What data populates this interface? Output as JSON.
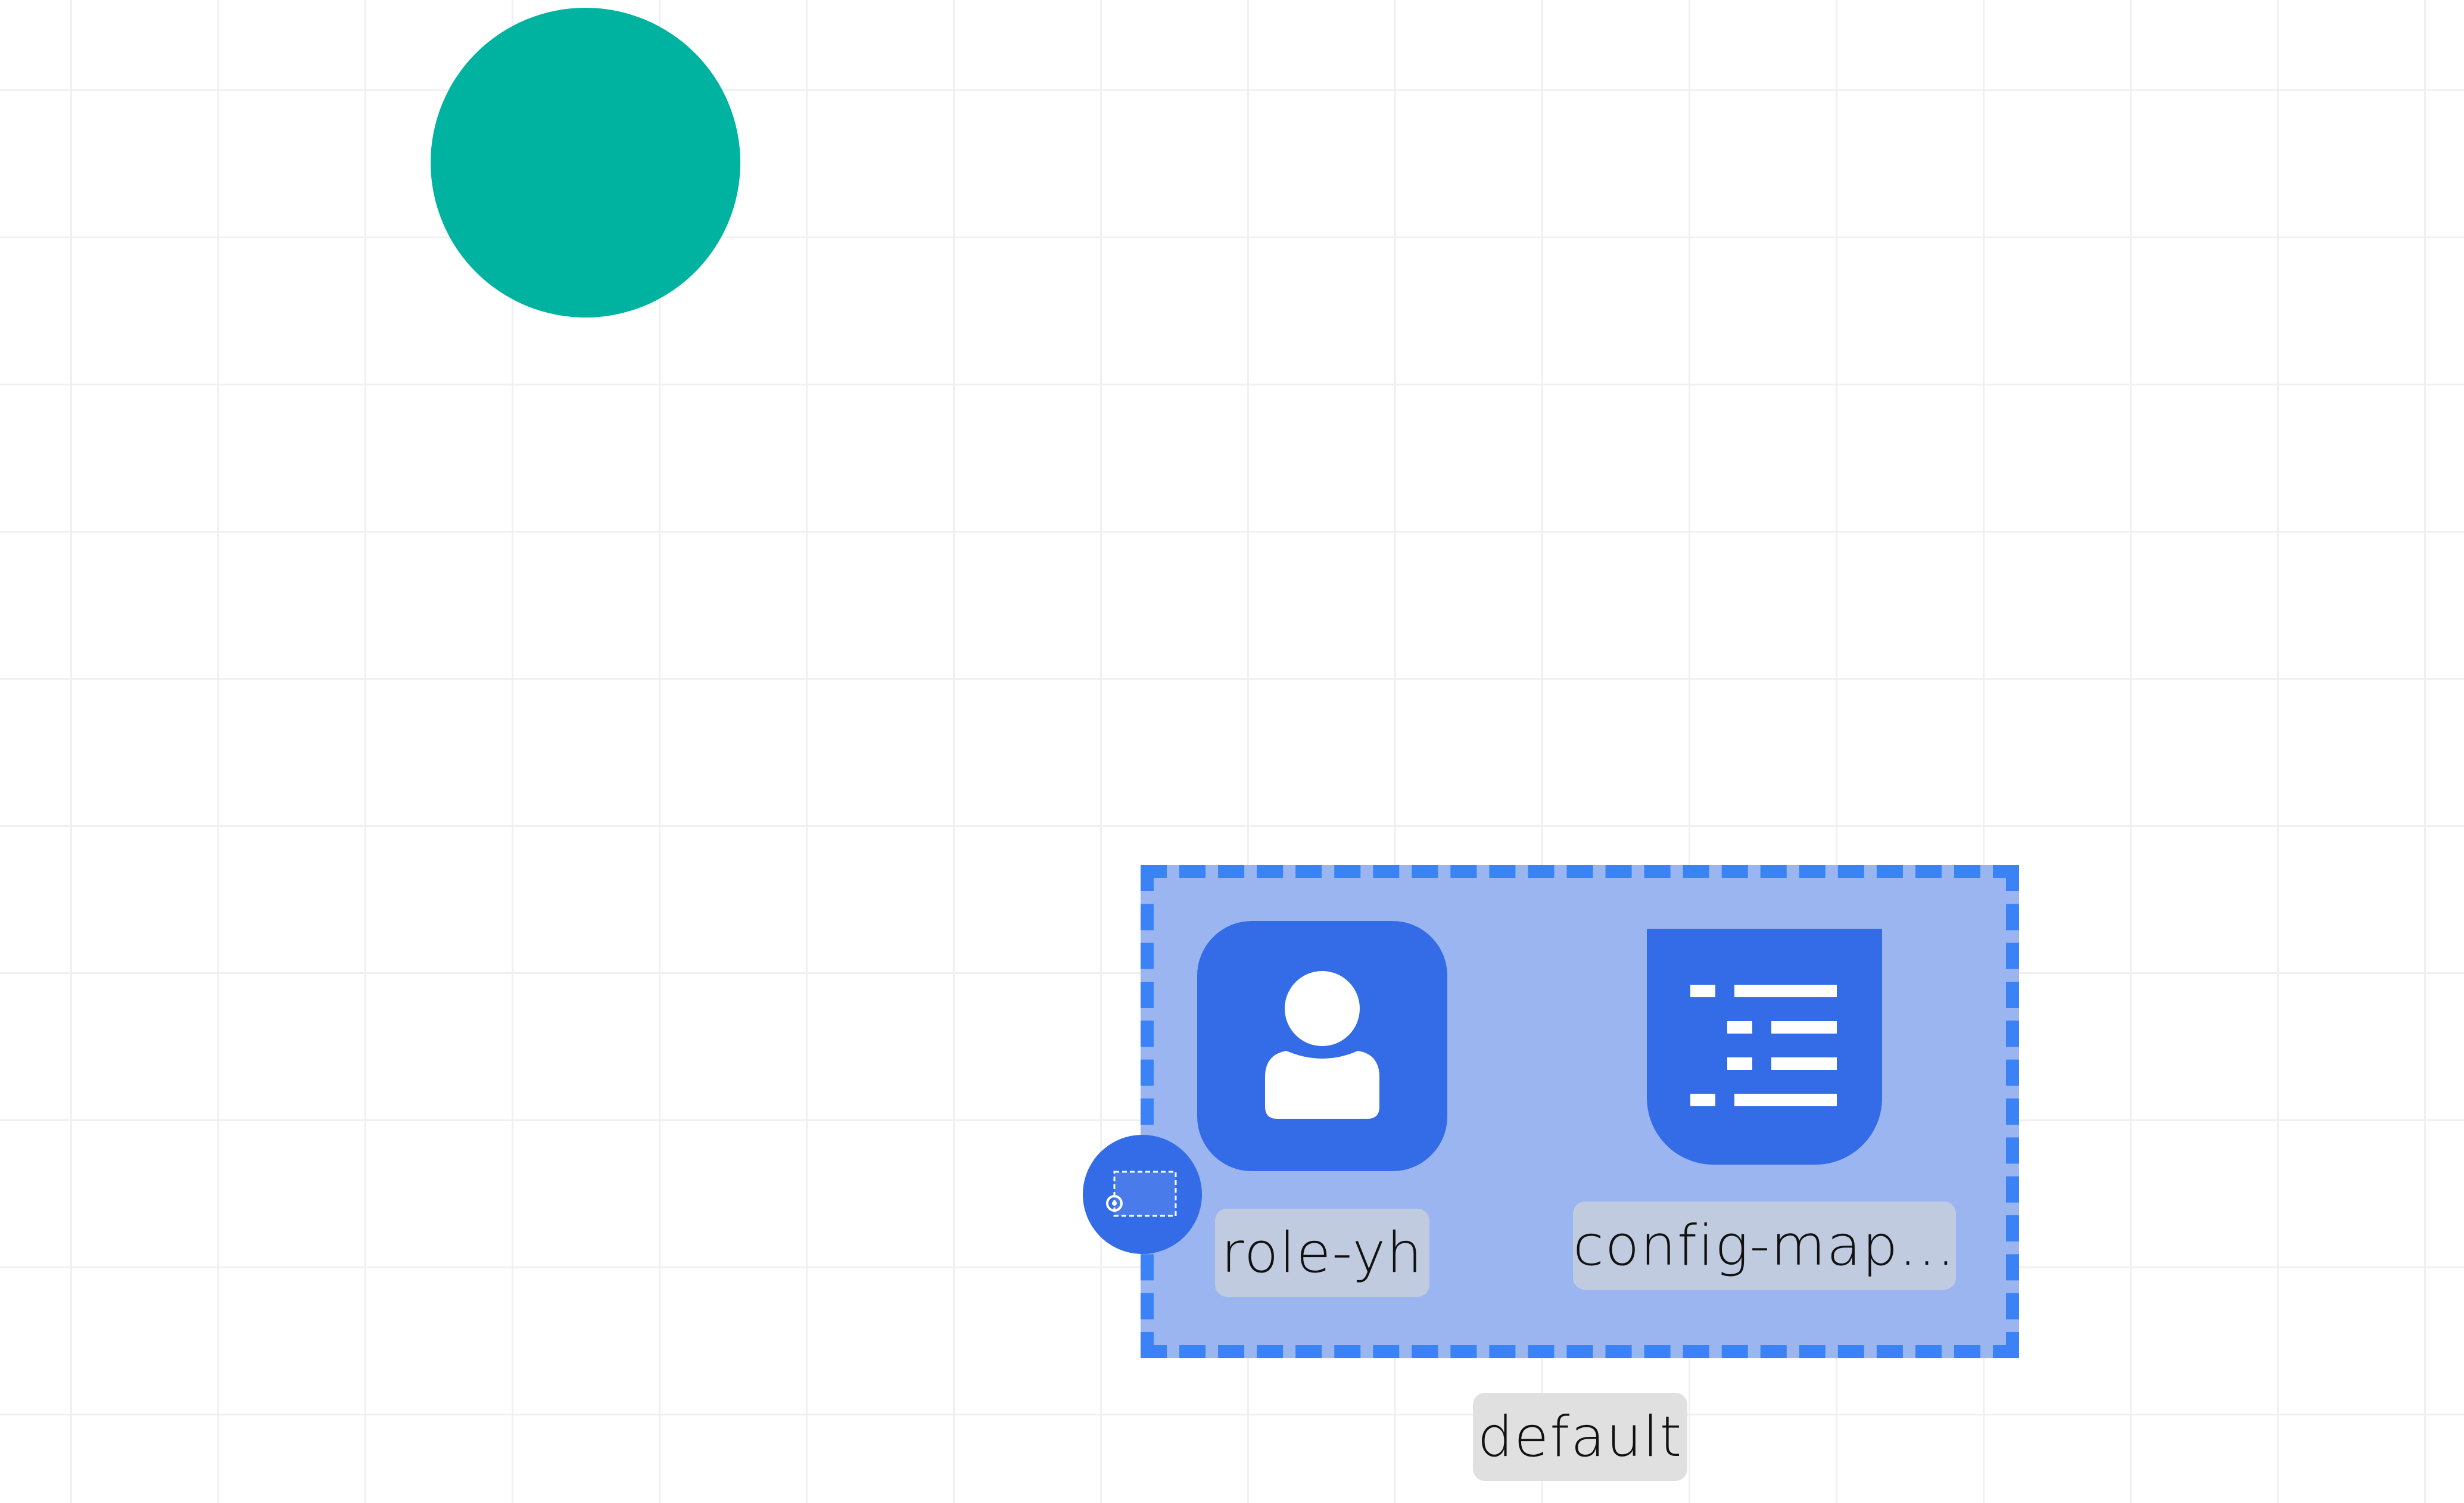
{
  "diagram": {
    "colors": {
      "teal_node": "#00b3a0",
      "group_border": "#3b82f6",
      "group_fill": "#9ab5f0",
      "tile": "#336ce6",
      "tile_label_bg": "#c0cbe0",
      "namespace_label_bg": "#e0e0e0",
      "icon_glyph": "#ffffff"
    },
    "nodes": [
      {
        "id": "teal-circle",
        "shape": "circle"
      },
      {
        "id": "role-yh",
        "icon": "user-icon",
        "label": "role-yh"
      },
      {
        "id": "config-map",
        "icon": "config-map-icon",
        "label": "config-map..."
      }
    ],
    "group": {
      "label": "default",
      "badge_icon": "namespace-icon",
      "border_style": "dashed"
    }
  }
}
